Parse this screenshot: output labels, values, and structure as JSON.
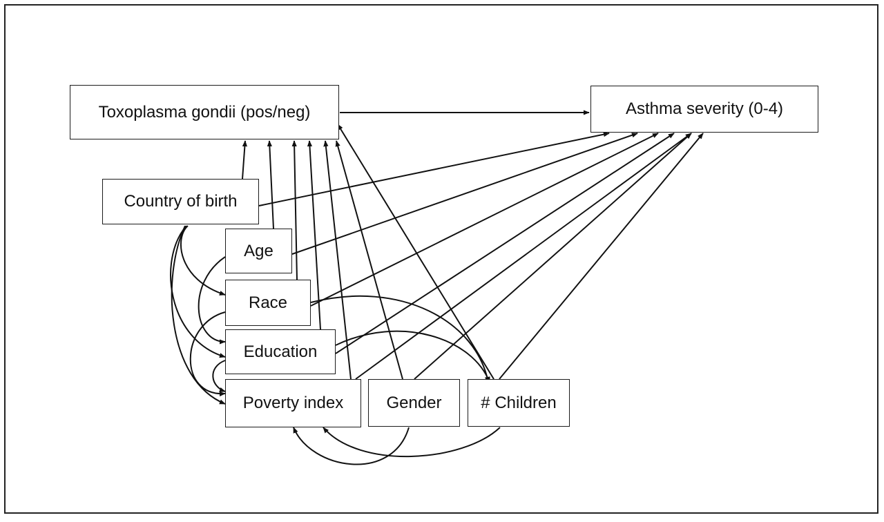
{
  "diagram": {
    "nodes": {
      "toxoplasma": "Toxoplasma gondii (pos/neg)",
      "asthma": "Asthma severity (0-4)",
      "country": "Country of birth",
      "age": "Age",
      "race": "Race",
      "education": "Education",
      "poverty": "Poverty index",
      "gender": "Gender",
      "children": "# Children"
    },
    "edges": [
      {
        "from": "toxoplasma",
        "to": "asthma"
      },
      {
        "from": "country",
        "to": "toxoplasma"
      },
      {
        "from": "age",
        "to": "toxoplasma"
      },
      {
        "from": "race",
        "to": "toxoplasma"
      },
      {
        "from": "education",
        "to": "toxoplasma"
      },
      {
        "from": "poverty",
        "to": "toxoplasma"
      },
      {
        "from": "gender",
        "to": "toxoplasma"
      },
      {
        "from": "children",
        "to": "toxoplasma"
      },
      {
        "from": "country",
        "to": "asthma"
      },
      {
        "from": "age",
        "to": "asthma"
      },
      {
        "from": "race",
        "to": "asthma"
      },
      {
        "from": "education",
        "to": "asthma"
      },
      {
        "from": "poverty",
        "to": "asthma"
      },
      {
        "from": "gender",
        "to": "asthma"
      },
      {
        "from": "children",
        "to": "asthma"
      },
      {
        "from": "country",
        "to": "race"
      },
      {
        "from": "country",
        "to": "education"
      },
      {
        "from": "country",
        "to": "poverty"
      },
      {
        "from": "age",
        "to": "education"
      },
      {
        "from": "race",
        "to": "poverty"
      },
      {
        "from": "race",
        "to": "children"
      },
      {
        "from": "education",
        "to": "poverty"
      },
      {
        "from": "education",
        "to": "children"
      },
      {
        "from": "gender",
        "to": "poverty"
      },
      {
        "from": "children",
        "to": "poverty"
      }
    ]
  }
}
